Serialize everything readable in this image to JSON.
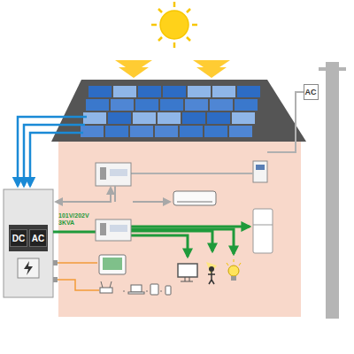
{
  "diagram": {
    "nodes": [
      {
        "text": [
          "AC"
        ]
      },
      {
        "text": [
          "DC"
        ]
      },
      {
        "text": [
          "AC"
        ]
      }
    ],
    "labels": [
      "101V/202V 3KVA"
    ]
  }
}
